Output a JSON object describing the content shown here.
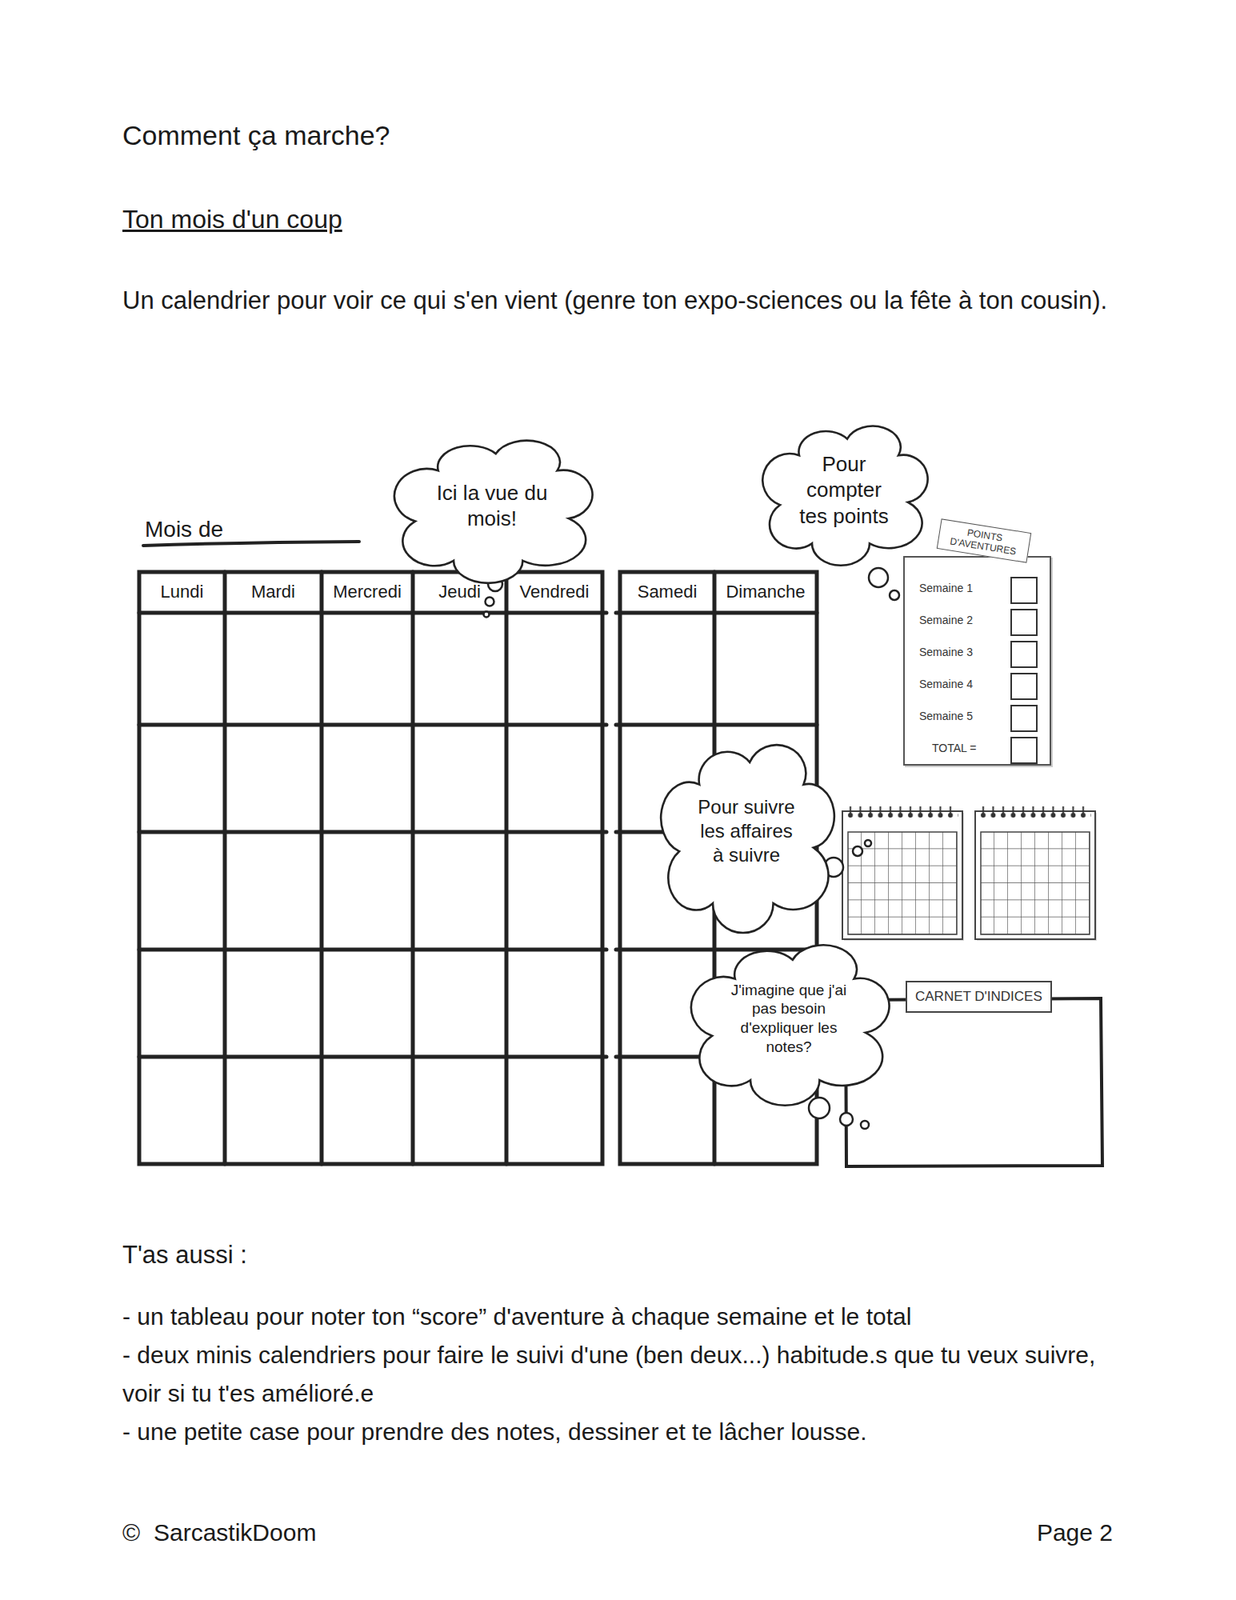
{
  "diagram": {
    "title": "Comment ça marche?",
    "nodes": [
      {
        "text": [
          "Ici la vue du mois!"
        ]
      },
      {
        "text": [
          "Pour compter tes points"
        ]
      },
      {
        "text": [
          "POINTS D'AVENTURES",
          "Semaine 1",
          "Semaine 2",
          "Semaine 3",
          "Semaine 4",
          "Semaine 5",
          "TOTAL ="
        ]
      },
      {
        "text": [
          "Pour suivre les affaires à suivre"
        ]
      },
      {
        "text": [
          "J'imagine que j'ai pas besoin d'expliquer les notes?"
        ]
      },
      {
        "text": [
          "CARNET D'INDICES"
        ]
      }
    ],
    "labels": [
      "Ton mois d'un coup",
      "Un calendrier pour voir ce qui s'en vient (genre ton expo-sciences ou la fête à ton cousin).",
      "Mois de",
      "Lundi",
      "Mardi",
      "Mercredi",
      "Jeudi",
      "Vendredi",
      "Samedi",
      "Dimanche",
      "T'as aussi :",
      "- un tableau pour noter ton “score” d'aventure à chaque semaine et le total",
      "- deux minis calendriers pour faire le suivi d'une (ben deux...) habitude.s que tu veux suivre, voir si tu t'es amélioré.e",
      "- une petite case pour prendre des notes, dessiner et te lâcher lousse.",
      "©",
      "SarcastikDoom",
      "Page 2"
    ]
  }
}
